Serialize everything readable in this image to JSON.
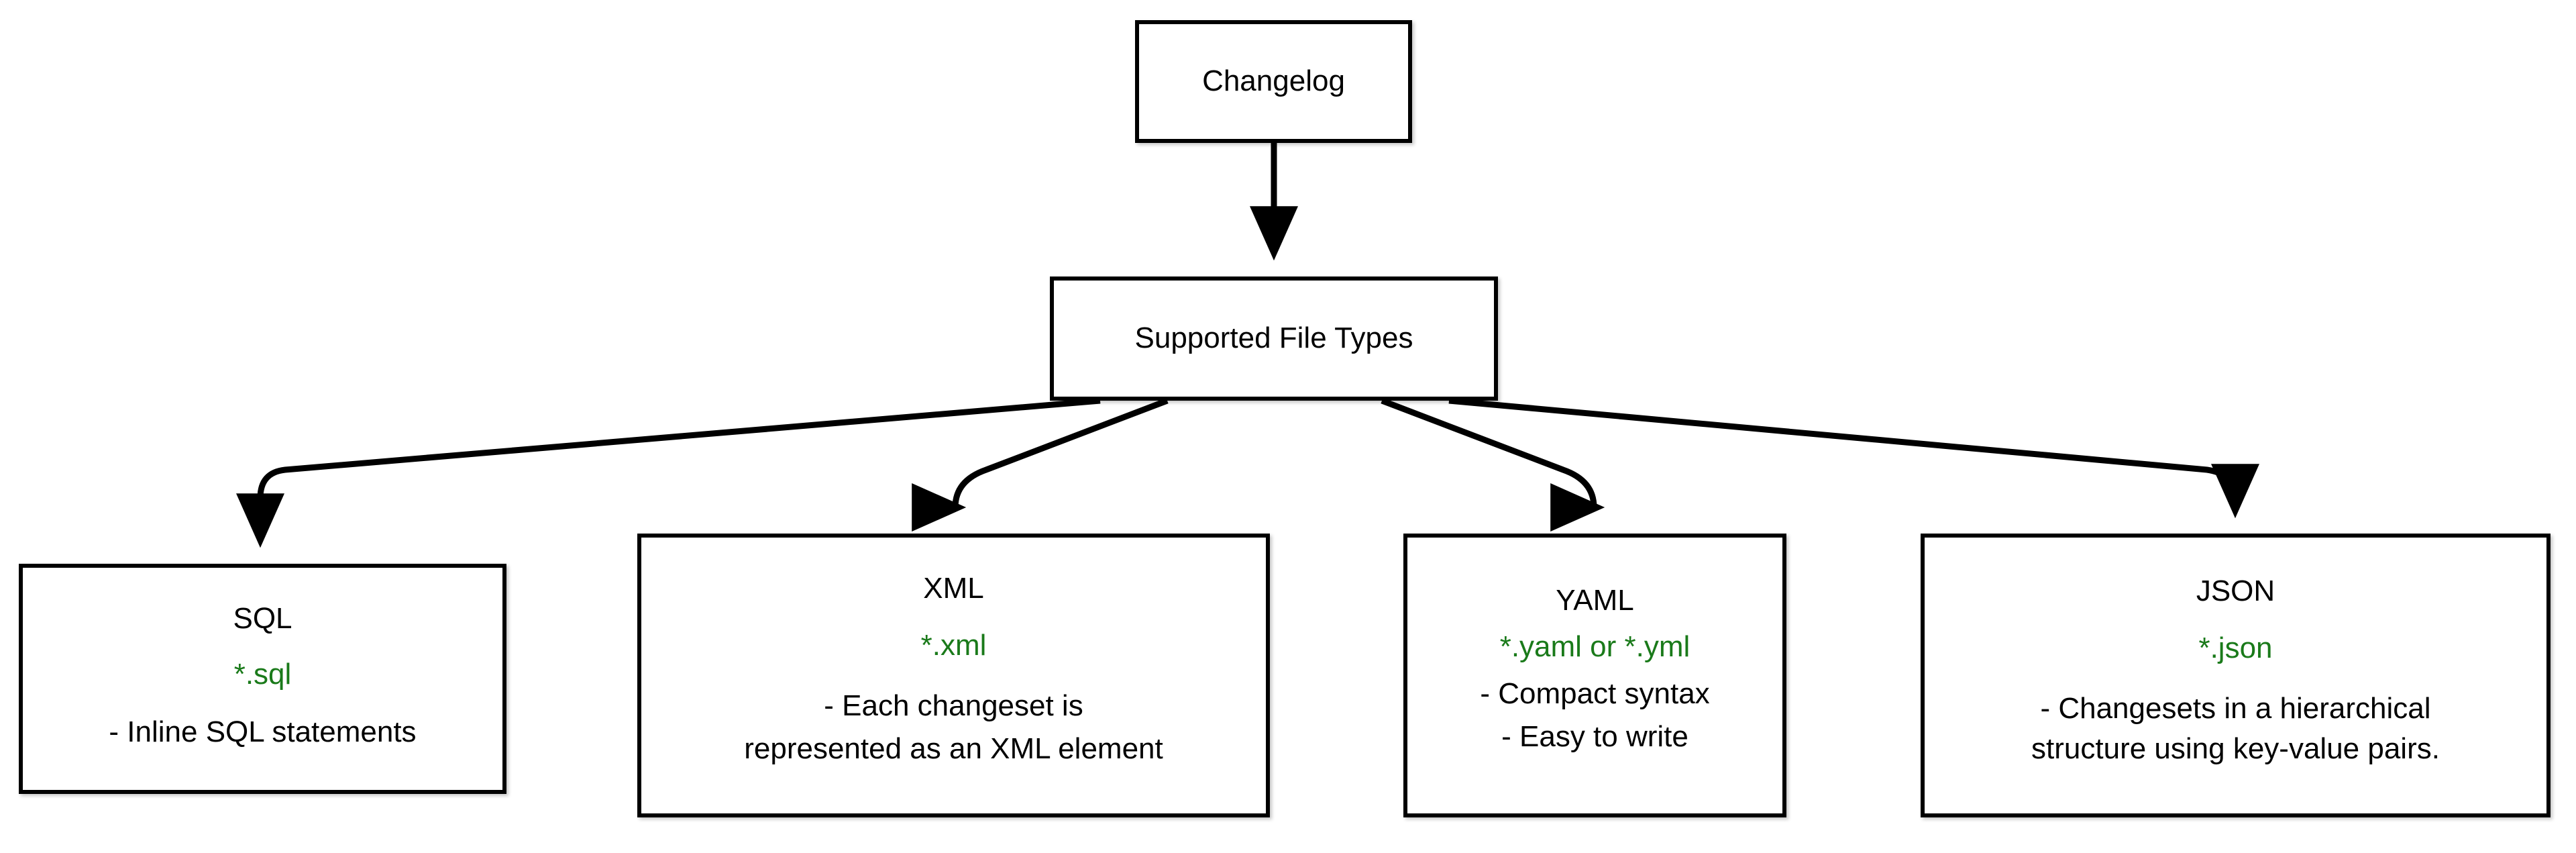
{
  "diagram": {
    "title": "Changelog Supported File Types",
    "type": "flowchart",
    "direction": "top-down",
    "colors": {
      "node_border": "#000000",
      "node_fill": "#ffffff",
      "text": "#000000",
      "extension_text": "#1a7a1a",
      "edge": "#000000",
      "background": "#ffffff"
    }
  },
  "nodes": {
    "changelog": {
      "label": "Changelog"
    },
    "supported": {
      "label": "Supported File Types"
    },
    "sql": {
      "title": "SQL",
      "extension": "*.sql",
      "description": [
        "- Inline SQL statements"
      ]
    },
    "xml": {
      "title": "XML",
      "extension": "*.xml",
      "description": [
        "- Each changeset is",
        "represented as an XML element"
      ]
    },
    "yaml": {
      "title": "YAML",
      "extension": "*.yaml or *.yml",
      "description": [
        "- Compact syntax",
        "- Easy to write"
      ]
    },
    "json": {
      "title": "JSON",
      "extension": "*.json",
      "description": [
        "- Changesets in a hierarchical",
        "structure using key-value pairs."
      ]
    }
  },
  "edges": [
    {
      "from": "changelog",
      "to": "supported",
      "arrow": "down"
    },
    {
      "from": "supported",
      "to": "sql",
      "arrow": "down"
    },
    {
      "from": "supported",
      "to": "xml",
      "arrow": "down"
    },
    {
      "from": "supported",
      "to": "yaml",
      "arrow": "down"
    },
    {
      "from": "supported",
      "to": "json",
      "arrow": "down"
    }
  ]
}
